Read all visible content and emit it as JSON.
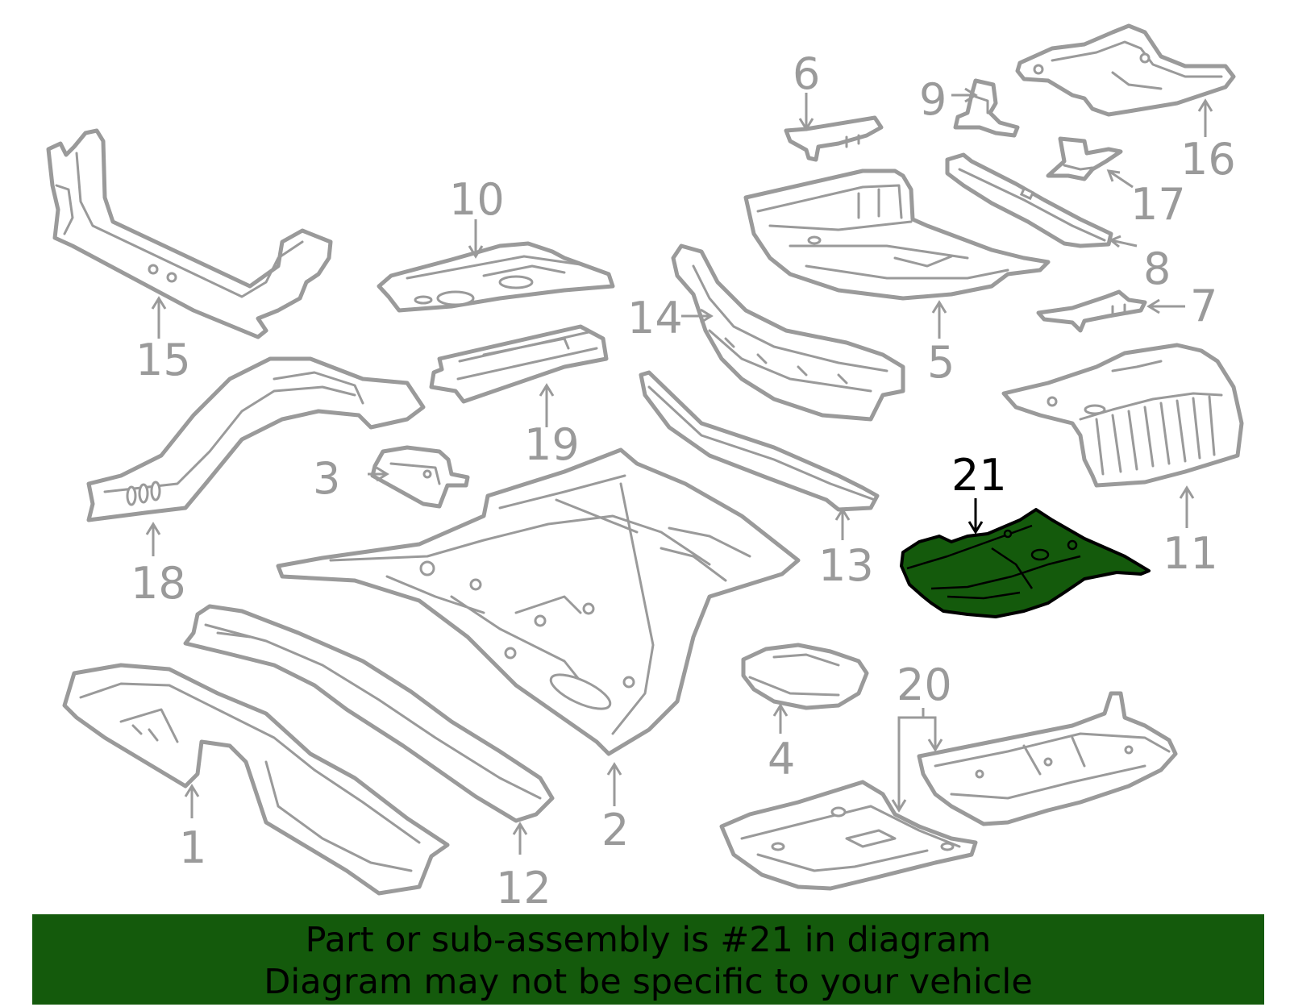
{
  "diagram": {
    "labels": {
      "p1": "1",
      "p2": "2",
      "p3": "3",
      "p4": "4",
      "p5": "5",
      "p6": "6",
      "p7": "7",
      "p8": "8",
      "p9": "9",
      "p10": "10",
      "p11": "11",
      "p12": "12",
      "p13": "13",
      "p14": "14",
      "p15": "15",
      "p16": "16",
      "p17": "17",
      "p18": "18",
      "p19": "19",
      "p20": "20",
      "p21": "21"
    },
    "highlighted_part": "21",
    "colors": {
      "part_outline": "#9a9a9a",
      "highlight_fill": "#145a0c",
      "highlight_outline": "#000000"
    }
  },
  "banner": {
    "line1": "Part or sub-assembly is #21 in diagram",
    "line2": "Diagram may not be specific to your vehicle",
    "background": "#145a0c"
  }
}
